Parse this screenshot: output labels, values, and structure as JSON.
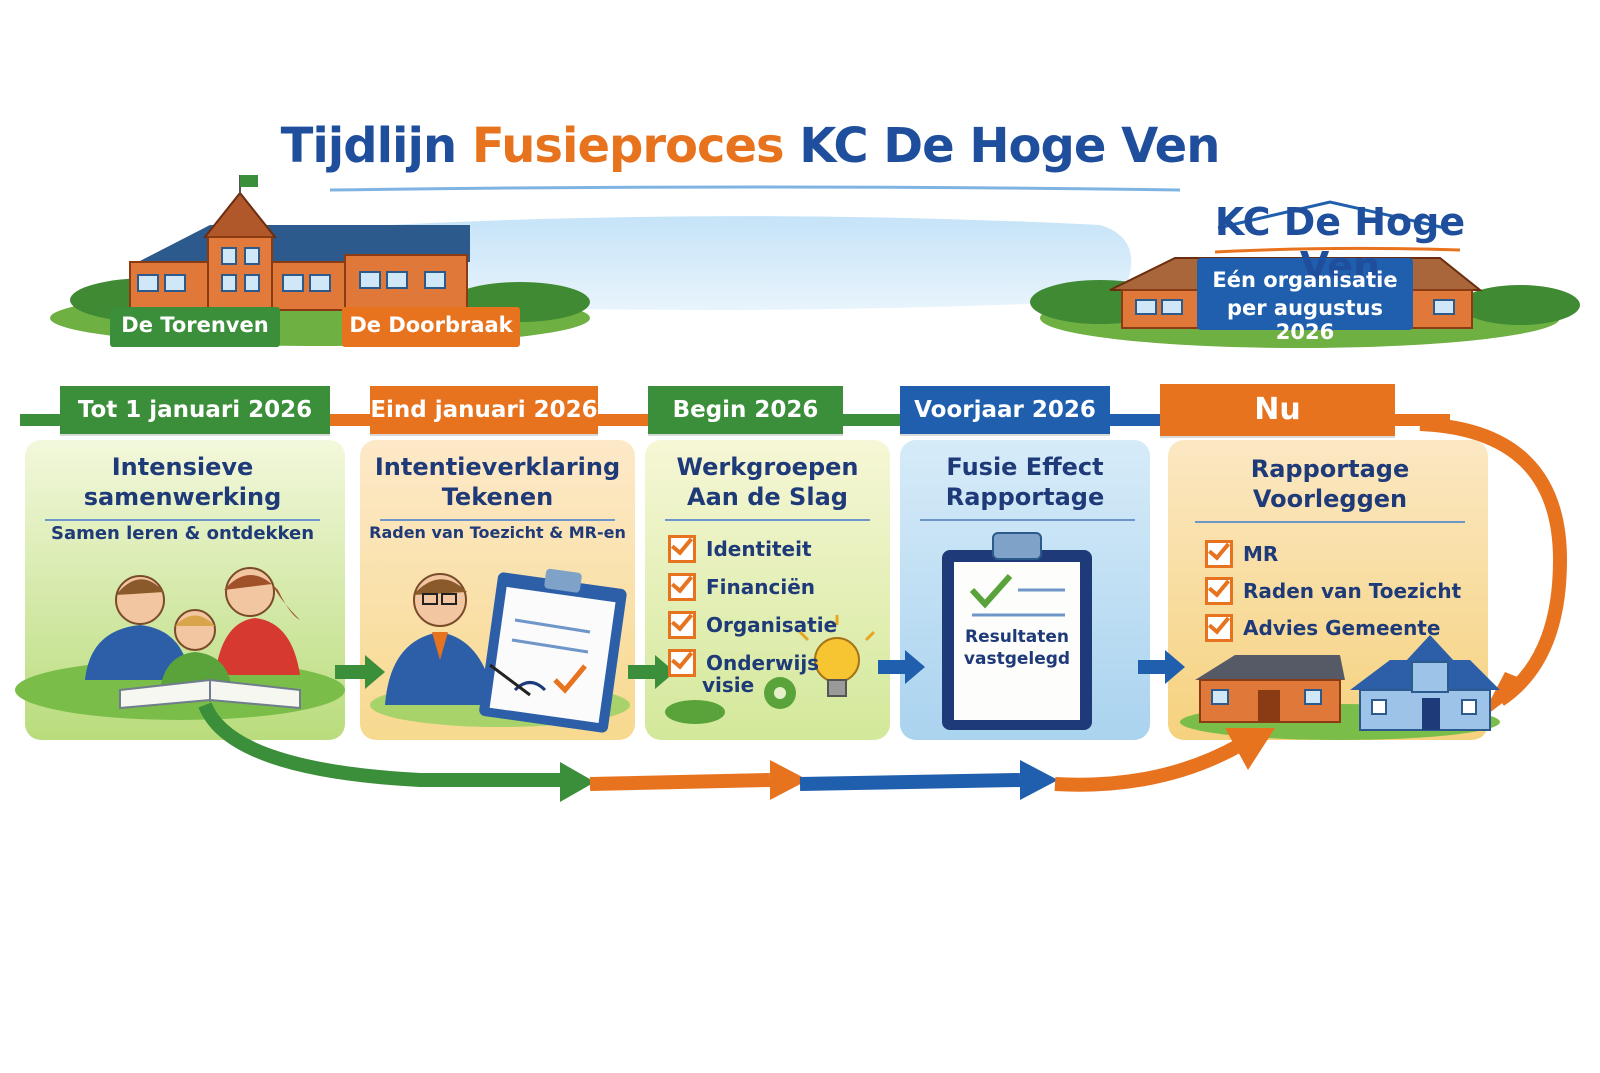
{
  "title": {
    "part1": "Tijdlijn",
    "part2": "Fusieproces",
    "part3": "KC De Hoge Ven"
  },
  "left_schools": {
    "school1": "De Torenven",
    "school2": "De Doorbraak"
  },
  "right_logo": {
    "name": "KC De Hoge Ven",
    "sign_line1": "Eén organisatie",
    "sign_line2": "per augustus 2026"
  },
  "phases": [
    {
      "date": "Tot 1 januari 2026",
      "title_line1": "Intensieve",
      "title_line2": "samenwerking",
      "subtitle": "Samen leren & ontdekken",
      "color": "#3c8f3a"
    },
    {
      "date": "Eind januari 2026",
      "title_line1": "Intentieverklaring",
      "title_line2": "Tekenen",
      "subtitle": "Raden van Toezicht & MR-en",
      "color": "#e8731f"
    },
    {
      "date": "Begin 2026",
      "title_line1": "Werkgroepen",
      "title_line2": "Aan de Slag",
      "items": [
        "Identiteit",
        "Financiën",
        "Organisatie",
        "Onderwijs",
        "visie"
      ],
      "color": "#3c8f3a"
    },
    {
      "date": "Voorjaar 2026",
      "title_line1": "Fusie Effect",
      "title_line2": "Rapportage",
      "clipboard_line1": "Resultaten",
      "clipboard_line2": "vastgelegd",
      "color": "#1f5fad"
    },
    {
      "date": "Nu",
      "title_line1": "Rapportage",
      "title_line2": "Voorleggen",
      "items": [
        "MR",
        "Raden van Toezicht",
        "Advies Gemeente"
      ],
      "color": "#e8731f"
    }
  ],
  "colors": {
    "green": "#3c8f3a",
    "orange": "#e8731f",
    "blue": "#1f5fad",
    "navy": "#1f3a78"
  }
}
